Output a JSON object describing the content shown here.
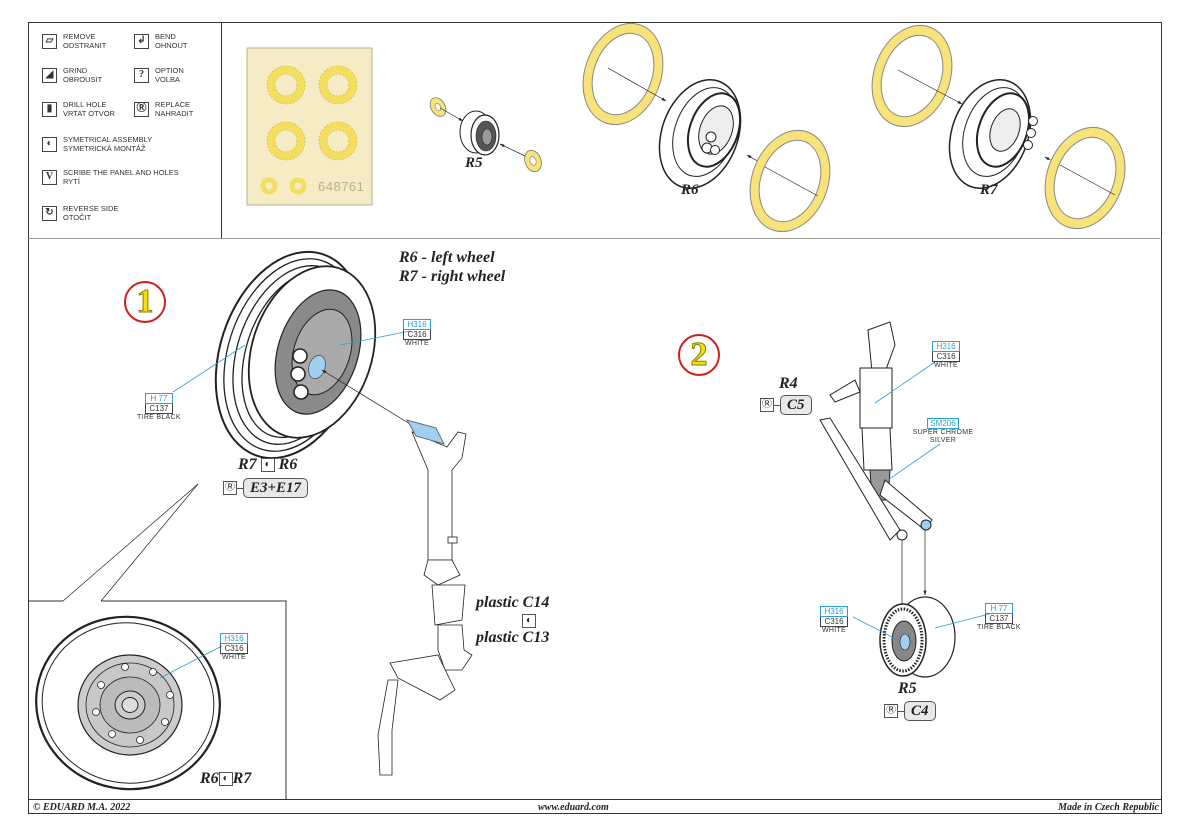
{
  "legend": [
    {
      "icon": "remove-icon",
      "glyph": "▱",
      "en": "REMOVE",
      "cz": "ODSTRANIT"
    },
    {
      "icon": "bend-icon",
      "glyph": "↲",
      "en": "BEND",
      "cz": "OHNOUT"
    },
    {
      "icon": "grind-icon",
      "glyph": "◢",
      "en": "GRIND",
      "cz": "OBROUSIT"
    },
    {
      "icon": "option-icon",
      "glyph": "?",
      "en": "OPTION",
      "cz": "VOLBA"
    },
    {
      "icon": "drill-hole-icon",
      "glyph": "▮",
      "en": "DRILL HOLE",
      "cz": "VRTAT OTVOR"
    },
    {
      "icon": "replace-icon",
      "glyph": "Ⓡ",
      "en": "REPLACE",
      "cz": "NAHRADIT"
    },
    {
      "icon": "symmetrical-assembly-icon",
      "glyph": "◐",
      "en": "SYMETRICAL ASSEMBLY",
      "cz": "SYMETRICKÁ MONTÁŽ"
    },
    {
      "icon": "scribe-icon",
      "glyph": "V",
      "en": "SCRIBE THE PANEL AND HOLES",
      "cz": "RYTÍ"
    },
    {
      "icon": "reverse-side-icon",
      "glyph": "↻",
      "en": "REVERSE SIDE",
      "cz": "OTOČIT"
    }
  ],
  "mask_sheet": {
    "code": "648761"
  },
  "top_parts": {
    "r5": "R5",
    "r6": "R6",
    "r7": "R7"
  },
  "step1": {
    "number": "1",
    "note_line1": "R6 - left wheel",
    "note_line2": "R7 - right wheel",
    "paint_hub": {
      "h": "H316",
      "c": "C316",
      "name": "WHITE"
    },
    "paint_tire": {
      "h": "H 77",
      "c": "C137",
      "name": "TIRE BLACK"
    },
    "sym_label_left": "R7",
    "sym_label_right": "R6",
    "replace_icon": "Ⓡ",
    "replace_parts": "E3+E17",
    "plastic_top": "plastic C14",
    "plastic_bottom": "plastic C13",
    "sym_icon": "◐",
    "detail": {
      "paint": {
        "h": "H316",
        "c": "C316",
        "name": "WHITE"
      },
      "sym_label_left": "R6",
      "sym_label_right": "R7"
    }
  },
  "step2": {
    "number": "2",
    "strut_part": "R4",
    "strut_replace": "C5",
    "paint_strut": {
      "h": "H316",
      "c": "C316",
      "name": "WHITE"
    },
    "paint_chrome": {
      "h": "SM206",
      "name1": "SUPER CHROME",
      "name2": "SILVER"
    },
    "paint_hub": {
      "h": "H316",
      "c": "C316",
      "name": "WHITE"
    },
    "paint_tire": {
      "h": "H 77",
      "c": "C137",
      "name": "TIRE BLACK"
    },
    "wheel_part": "R5",
    "wheel_replace": "C4",
    "replace_icon": "Ⓡ"
  },
  "footer": {
    "left": "© EDUARD  M.A. 2022",
    "center": "www.eduard.com",
    "right": "Made in Czech Republic"
  },
  "colors": {
    "mask": "#f7e37a",
    "mask_sheet": "#f5ecc6",
    "accent_blue": "#2aa0d0",
    "part_blue": "#9fd0f0",
    "step_ring": "#d0201e"
  }
}
